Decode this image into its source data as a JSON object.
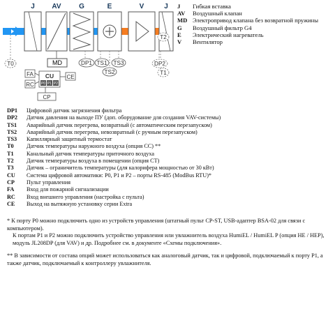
{
  "diagram": {
    "top_labels": [
      "J",
      "AV",
      "G",
      "E",
      "V",
      "J"
    ],
    "sensor_labels": {
      "t0": "T0",
      "t2": "T2",
      "md": "MD",
      "dp1": "DP1",
      "ts1": "TS1",
      "ts2": "TS2",
      "ts3": "TS3",
      "dp2": "DP2",
      "t1": "T1"
    },
    "controller": {
      "cu": "CU",
      "fa": "FA",
      "rc": "RC",
      "ce": "CE",
      "cp": "CP",
      "ports": [
        "P0",
        "P1",
        "P2"
      ]
    },
    "colors": {
      "supply_blue": "#2196f3",
      "heated_orange": "#f57c20",
      "box_gray": "#555555"
    }
  },
  "legend": [
    {
      "k": "J",
      "v": "Гибкая вставка"
    },
    {
      "k": "AV",
      "v": "Воздушный клапан"
    },
    {
      "k": "MD",
      "v": "Электропривод клапана без возвратной пружины"
    },
    {
      "k": "G",
      "v": "Воздушный фильтр G4"
    },
    {
      "k": "E",
      "v": "Электрический нагреватель"
    },
    {
      "k": "V",
      "v": "Вентилятор"
    }
  ],
  "descriptions": [
    {
      "k": "DP1",
      "v": "Цифровой датчик загрязнения фильтра"
    },
    {
      "k": "DP2",
      "v": "Датчик давления на выходе ПУ (доп. оборудование для создания VAV-системы)"
    },
    {
      "k": "TS1",
      "v": "Аварийный датчик перегрева, возвратный (с автоматическим перезапуском)"
    },
    {
      "k": "TS2",
      "v": "Аварийный датчик перегрева, невозвратный (с ручным перезапуском)"
    },
    {
      "k": "TS3",
      "v": "Капиллярный защитный термостат"
    },
    {
      "k": "T0",
      "v": "Датчик температуры наружного воздуха (опция CC) **"
    },
    {
      "k": "T1",
      "v": "Канальный датчик температуры приточного воздуха"
    },
    {
      "k": "T2",
      "v": "Датчик температуры воздуха в помещении (опция CT)"
    },
    {
      "k": "T3",
      "v": "Датчик – ограничитель температуры (для калорифера мощностью от 30 кВт)"
    },
    {
      "k": "CU",
      "v": "Система цифровой автоматики: P0, P1 и P2 – порты RS-485 (ModBus RTU)*"
    },
    {
      "k": "CP",
      "v": "Пульт управления"
    },
    {
      "k": "FA",
      "v": "Вход для пожарной сигнализации"
    },
    {
      "k": "RC",
      "v": "Вход внешнего управления (настройка с пульта)"
    },
    {
      "k": "CE",
      "v": "Выход на вытяжную установку серии Extra"
    }
  ],
  "notes": {
    "n1_a": "* К порту P0 можно подключить одно из устройств управления (штатный пульт CP-ST, USB-адаптер BSA-02 для связи с компьютером).",
    "n1_b": "К портам P1 и P2 можно подключить устройство управления или увлажнитель воздуха HumiEL /  HumiEL P (опция HE / HEP), модуль JL208DP (для VAV) и др. Подробнее см. в документе «Схемы подключения».",
    "n2": "** В зависимости от состава опций может использоваться как аналоговый датчик, так и цифровой, подключаемый к порту P1, а также датчик, подключаемый к контроллеру увлажнителя."
  }
}
